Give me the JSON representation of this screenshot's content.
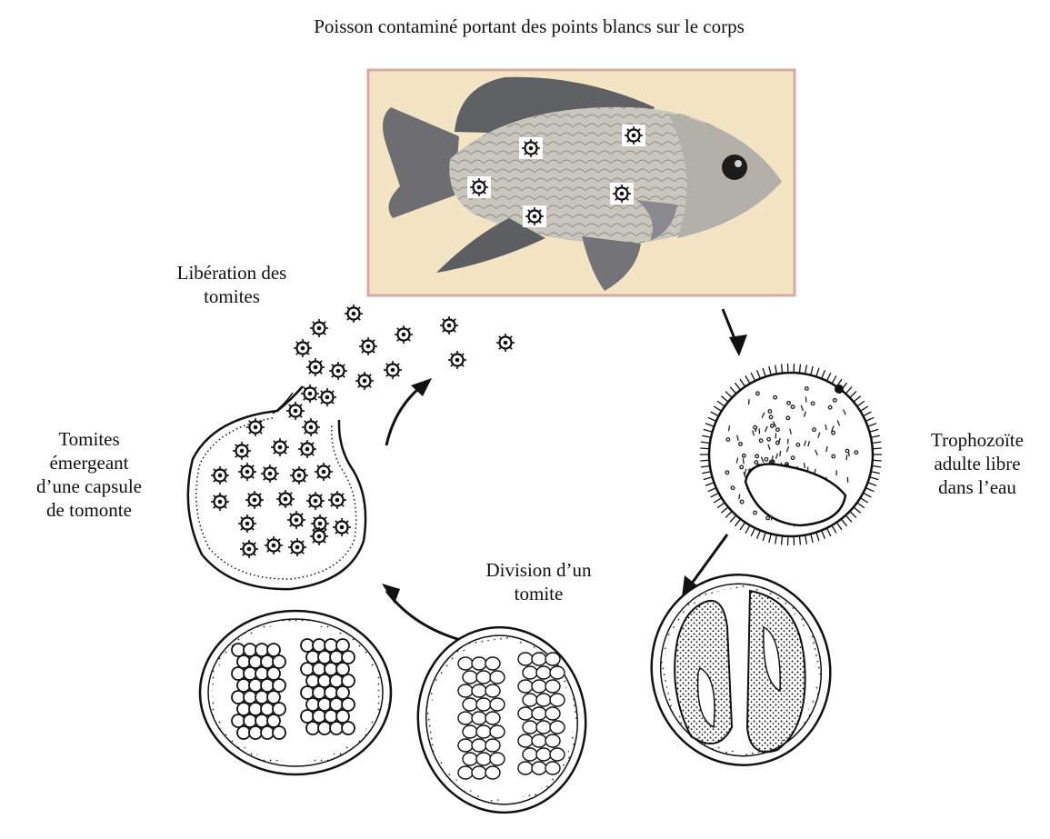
{
  "diagram": {
    "title": "Poisson contaminé portant des points blancs sur le corps",
    "labels": {
      "liberation": [
        "Libération des",
        "tomites"
      ],
      "tomites_emergeant": [
        "Tomites",
        "émergeant",
        "d’une capsule",
        "de tomonte"
      ],
      "trophozoite": [
        "Trophozoïte",
        "adulte libre",
        "dans l’eau"
      ],
      "division": [
        "Division d’un",
        "tomite"
      ]
    },
    "colors": {
      "fish_frame_border": "#d9a9a6",
      "fish_frame_bg": "#f3e4c3",
      "fish_body": "#c9c7bd",
      "fish_fin": "#6e6e72",
      "ink": "#111111"
    }
  }
}
